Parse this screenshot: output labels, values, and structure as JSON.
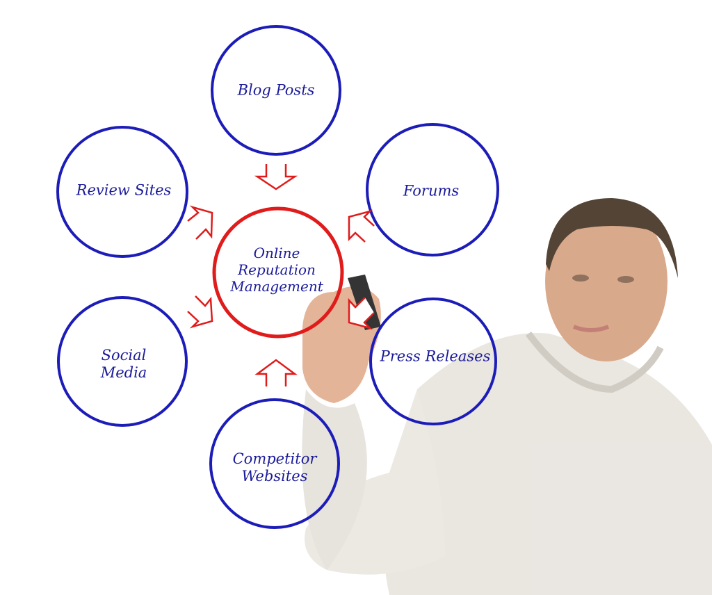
{
  "diagram": {
    "center": {
      "label": "Online Reputation Management",
      "lines": [
        "Online",
        "Reputation",
        "Management"
      ],
      "color": "#e01b1b"
    },
    "nodes": [
      {
        "id": "blog-posts",
        "lines": [
          "Blog Posts"
        ]
      },
      {
        "id": "forums",
        "lines": [
          "Forums"
        ]
      },
      {
        "id": "press-releases",
        "lines": [
          "Press Releases"
        ]
      },
      {
        "id": "competitor-websites",
        "lines": [
          "Competitor",
          "Websites"
        ]
      },
      {
        "id": "social-media",
        "lines": [
          "Social",
          "Media"
        ]
      },
      {
        "id": "review-sites",
        "lines": [
          "Review Sites"
        ]
      }
    ],
    "node_color": "#1c1cb8",
    "arrow_color": "#e01b1b",
    "text_color": "#1a1a9a"
  },
  "scene": {
    "background": "#ffffff",
    "subject": "man in white shirt drawing diagram with marker"
  }
}
